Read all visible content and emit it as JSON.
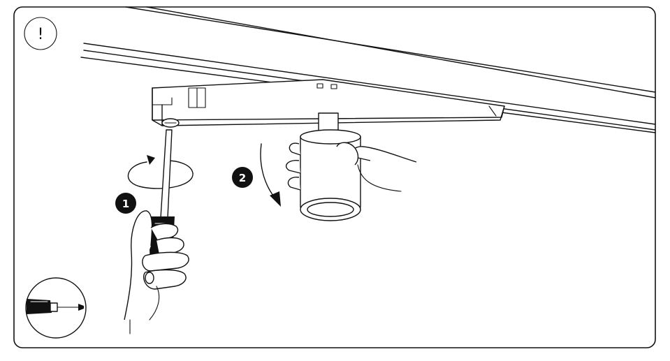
{
  "warning": {
    "symbol": "!",
    "icon": "exclamation-icon"
  },
  "steps": [
    {
      "number": "1",
      "action": "loosen-screw"
    },
    {
      "number": "2",
      "action": "swing-down"
    }
  ],
  "tool": {
    "icon": "flathead-screwdriver-icon"
  },
  "colors": {
    "line": "#111111",
    "background": "#ffffff",
    "badge": "#111111"
  }
}
